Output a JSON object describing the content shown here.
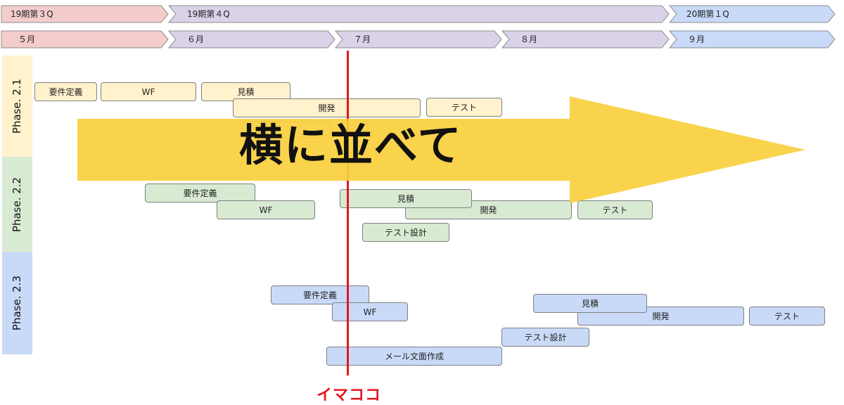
{
  "header": {
    "quarters": [
      {
        "label": "19期第３Q",
        "color": "#f4cccc"
      },
      {
        "label": "19期第４Q",
        "color": "#d9d2e9"
      },
      {
        "label": "20期第１Q",
        "color": "#c9daf8"
      }
    ],
    "months": [
      {
        "label": "５月",
        "color": "#f4cccc"
      },
      {
        "label": "６月",
        "color": "#d9d2e9"
      },
      {
        "label": "７月",
        "color": "#d9d2e9"
      },
      {
        "label": "８月",
        "color": "#d9d2e9"
      },
      {
        "label": "９月",
        "color": "#c9daf8"
      }
    ]
  },
  "phases": [
    {
      "label": "Phase. 2.1",
      "color": "#fff2cc"
    },
    {
      "label": "Phase. 2.2",
      "color": "#d9ead3"
    },
    {
      "label": "Phase. 2.3",
      "color": "#c9daf8"
    }
  ],
  "tasks": {
    "p21": {
      "requirements": "要件定義",
      "wf": "WF",
      "estimate": "見積",
      "dev": "開発",
      "test": "テスト"
    },
    "p22": {
      "requirements": "要件定義",
      "wf": "WF",
      "estimate": "見積",
      "dev": "開発",
      "test": "テスト",
      "test_design": "テスト設計"
    },
    "p23": {
      "requirements": "要件定義",
      "wf": "WF",
      "estimate": "見積",
      "dev": "開発",
      "test": "テスト",
      "test_design": "テスト設計",
      "mail_text": "メール文面作成"
    }
  },
  "today_marker": "イマココ",
  "overlay": {
    "text": "横に並べて",
    "color": "#f9cf3d"
  }
}
